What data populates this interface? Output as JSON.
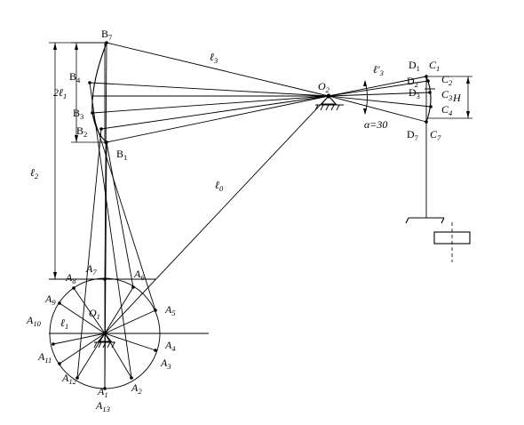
{
  "colors": {
    "stroke": "#000000",
    "background": "#ffffff"
  },
  "labels": {
    "B7": {
      "t": "B",
      "s": "7"
    },
    "B4": {
      "t": "B",
      "s": "4"
    },
    "B3": {
      "t": "B",
      "s": "3"
    },
    "B2": {
      "t": "B",
      "s": "2"
    },
    "B1": {
      "t": "B",
      "s": "1"
    },
    "l3": {
      "t": "ℓ",
      "s": "3"
    },
    "l3p": {
      "t": "ℓ'",
      "s": "3"
    },
    "O2": {
      "t": "O",
      "s": "2"
    },
    "l2": {
      "t": "ℓ",
      "s": "2"
    },
    "twol1": {
      "t": "2ℓ",
      "s": "1"
    },
    "l0": {
      "t": "ℓ",
      "s": "0"
    },
    "D1": {
      "t": "D",
      "s": "1"
    },
    "C1": {
      "t": "C",
      "s": "1"
    },
    "D2": {
      "t": "D",
      "s": "2"
    },
    "C2": {
      "t": "C",
      "s": "2"
    },
    "D3": {
      "t": "D",
      "s": "3"
    },
    "C3": {
      "t": "C",
      "s": "3"
    },
    "C4": {
      "t": "C",
      "s": "4"
    },
    "D7": {
      "t": "D",
      "s": "7"
    },
    "C7": {
      "t": "C",
      "s": "7"
    },
    "H": {
      "t": "H",
      "s": ""
    },
    "alpha": {
      "t": "α=30",
      "s": ""
    },
    "A7": {
      "t": "A",
      "s": "7"
    },
    "A8": {
      "t": "A",
      "s": "8"
    },
    "A6": {
      "t": "A",
      "s": "6"
    },
    "A9": {
      "t": "A",
      "s": "9"
    },
    "O1": {
      "t": "O",
      "s": "1"
    },
    "A5": {
      "t": "A",
      "s": "5"
    },
    "A10": {
      "t": "A",
      "s": "10"
    },
    "l1": {
      "t": "ℓ",
      "s": "1"
    },
    "A4": {
      "t": "A",
      "s": "4"
    },
    "A11": {
      "t": "A",
      "s": "11"
    },
    "A3": {
      "t": "A",
      "s": "3"
    },
    "A12": {
      "t": "A",
      "s": "12"
    },
    "A2": {
      "t": "A",
      "s": "2"
    },
    "A1": {
      "t": "A",
      "s": "1"
    },
    "A13": {
      "t": "A",
      "s": "13"
    }
  }
}
